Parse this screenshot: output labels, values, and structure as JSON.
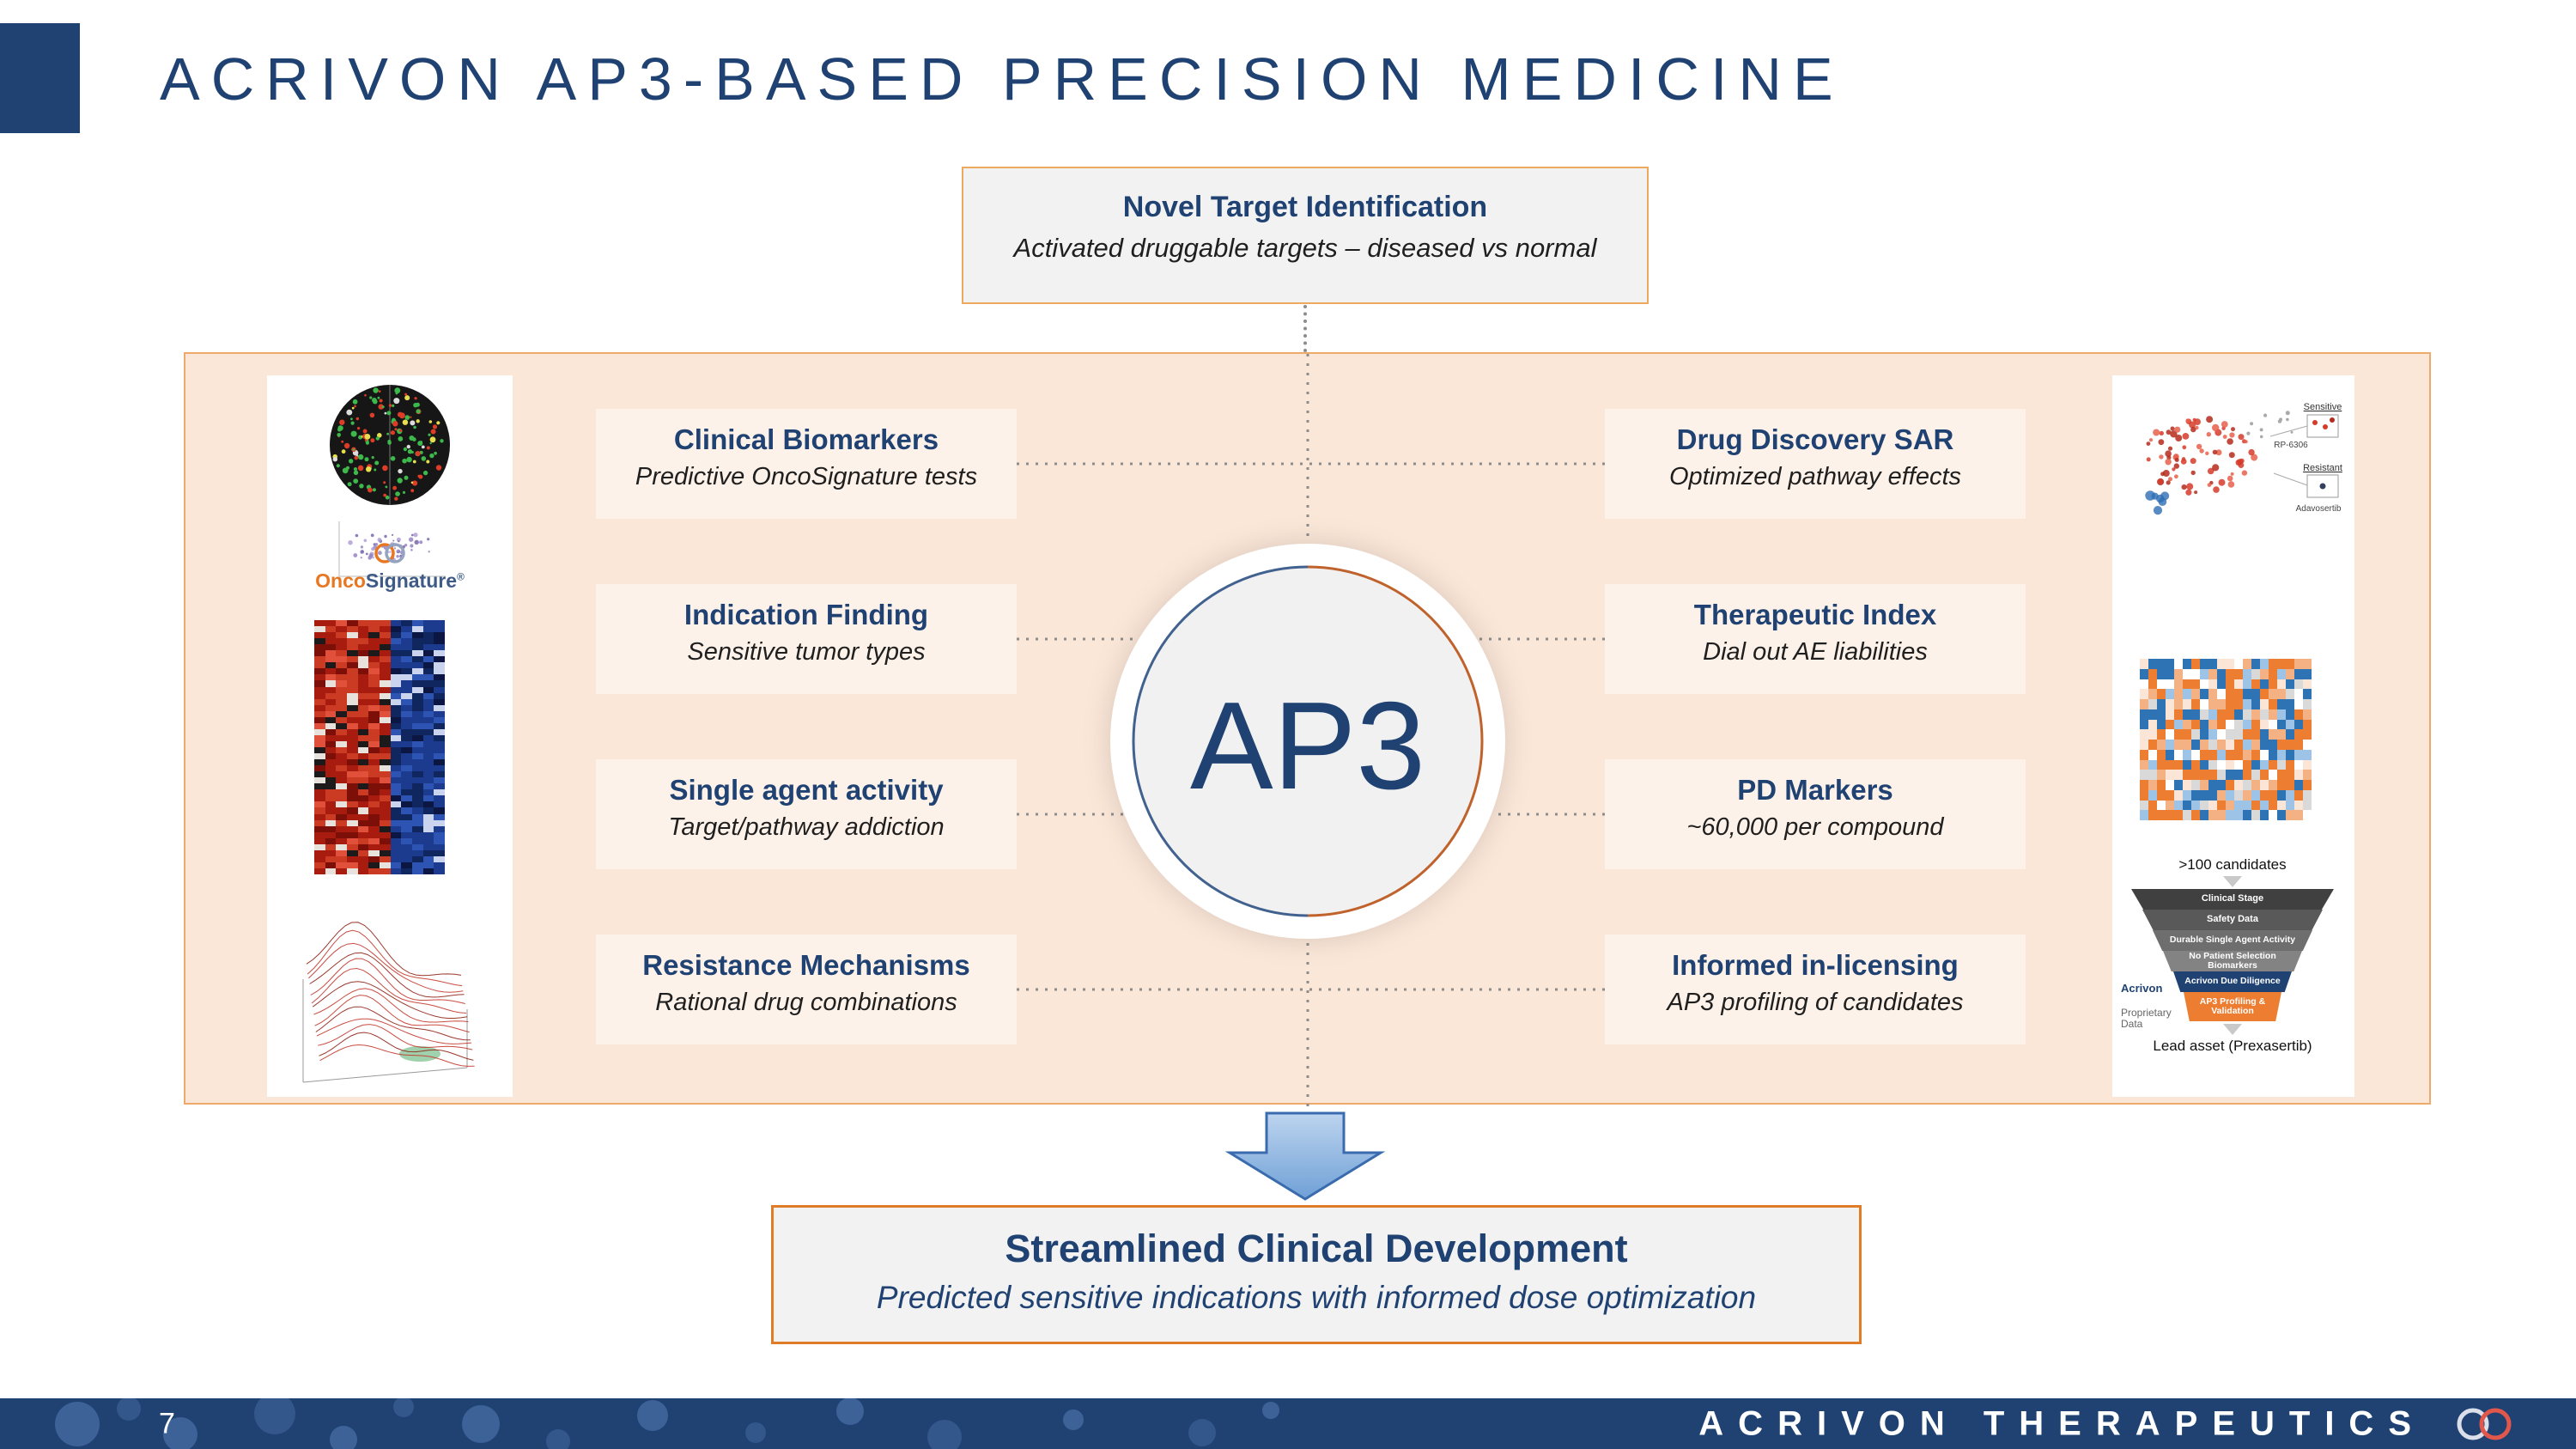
{
  "colors": {
    "navy": "#1F4273",
    "orange": "#ED7D31",
    "peach_panel": "#FBE7D8",
    "panel_border": "#EDAA6B",
    "inner_box_fill": "#FDF2E9",
    "gray_box_fill": "#F2F2F2",
    "arrow_blue": "#8FB4E3"
  },
  "header": {
    "title": "ACRIVON AP3-BASED PRECISION MEDICINE"
  },
  "top_box": {
    "title": "Novel Target Identification",
    "subtitle": "Activated druggable targets – diseased vs normal"
  },
  "center": {
    "label": "AP3"
  },
  "left_boxes": [
    {
      "title": "Clinical Biomarkers",
      "subtitle": "Predictive OncoSignature tests"
    },
    {
      "title": "Indication Finding",
      "subtitle": "Sensitive tumor types"
    },
    {
      "title": "Single agent activity",
      "subtitle": "Target/pathway addiction"
    },
    {
      "title": "Resistance Mechanisms",
      "subtitle": "Rational drug combinations"
    }
  ],
  "right_boxes": [
    {
      "title": "Drug Discovery SAR",
      "subtitle": "Optimized pathway effects"
    },
    {
      "title": "Therapeutic Index",
      "subtitle": "Dial out AE liabilities"
    },
    {
      "title": "PD Markers",
      "subtitle": "~60,000 per compound"
    },
    {
      "title": "Informed in-licensing",
      "subtitle": "AP3 profiling of candidates"
    }
  ],
  "bottom_box": {
    "title": "Streamlined Clinical Development",
    "subtitle": "Predicted sensitive indications with informed dose optimization"
  },
  "onco_logo": {
    "onco": "Onco",
    "signature": "Signature",
    "reg": "®"
  },
  "scatter_plot": {
    "label_sensitive": "Sensitive",
    "label_resistant": "Resistant",
    "label_rp": "RP-6306",
    "label_adavosertib": "Adavosertib"
  },
  "funnel": {
    "top_label": ">100 candidates",
    "stages": [
      "Clinical Stage",
      "Safety Data",
      "Durable Single Agent Activity",
      "No Patient Selection Biomarkers",
      "Acrivon Due Diligence",
      "AP3 Profiling & Validation"
    ],
    "side_label_1": "Acrivon",
    "side_label_2": "Proprietary Data",
    "bottom_label": "Lead asset (Prexasertib)"
  },
  "footer": {
    "page_number": "7",
    "brand": "ACRIVON THERAPEUTICS"
  }
}
